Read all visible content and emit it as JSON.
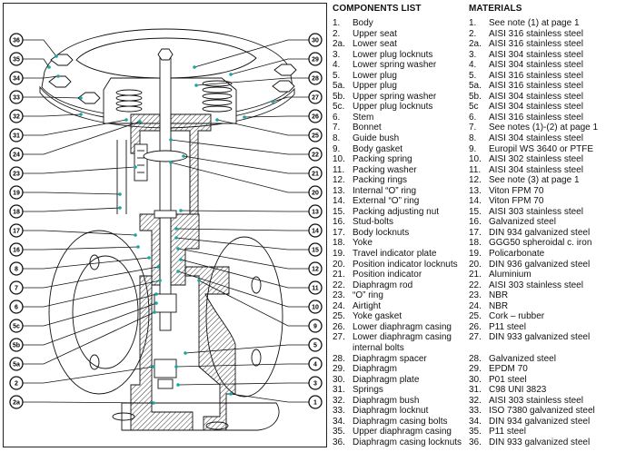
{
  "diagram": {
    "title": "Pneumatic control valve cross-section",
    "arrow_color": "#1aa3a3",
    "left_callouts": [
      "36",
      "35",
      "34",
      "33",
      "32",
      "31",
      "24",
      "23",
      "19",
      "18",
      "17",
      "16",
      "8",
      "7",
      "6",
      "5c",
      "5b",
      "5a",
      "2",
      "2a"
    ],
    "right_callouts": [
      "30",
      "29",
      "28",
      "27",
      "26",
      "25",
      "22",
      "21",
      "20",
      "13",
      "14",
      "15",
      "12",
      "11",
      "10",
      "9",
      "5",
      "4",
      "3",
      "1"
    ]
  },
  "components": {
    "heading": "COMPONENTS LIST",
    "items": [
      {
        "num": "1.",
        "label": "Body"
      },
      {
        "num": "2.",
        "label": "Upper seat"
      },
      {
        "num": "2a.",
        "label": "Lower seat"
      },
      {
        "num": "3.",
        "label": "Lower plug locknuts"
      },
      {
        "num": "4.",
        "label": "Lower spring washer"
      },
      {
        "num": "5.",
        "label": "Lower plug"
      },
      {
        "num": "5a.",
        "label": "Upper plug"
      },
      {
        "num": "5b.",
        "label": "Upper spring washer"
      },
      {
        "num": "5c.",
        "label": "Upper plug locknuts"
      },
      {
        "num": "6.",
        "label": "Stem"
      },
      {
        "num": "7.",
        "label": "Bonnet"
      },
      {
        "num": "8.",
        "label": "Guide bush"
      },
      {
        "num": "9.",
        "label": "Body gasket"
      },
      {
        "num": "10.",
        "label": "Packing spring"
      },
      {
        "num": "11.",
        "label": "Packing washer"
      },
      {
        "num": "12.",
        "label": "Packing rings"
      },
      {
        "num": "13.",
        "label": "Internal “O” ring"
      },
      {
        "num": "14.",
        "label": "External “O” ring"
      },
      {
        "num": "15.",
        "label": "Packing adjusting nut"
      },
      {
        "num": "16.",
        "label": "Stud-bolts"
      },
      {
        "num": "17.",
        "label": "Body locknuts"
      },
      {
        "num": "18.",
        "label": "Yoke"
      },
      {
        "num": "19.",
        "label": "Travel indicator plate"
      },
      {
        "num": "20.",
        "label": "Position indicator locknuts"
      },
      {
        "num": "21.",
        "label": "Position indicator"
      },
      {
        "num": "22.",
        "label": "Diaphragm rod"
      },
      {
        "num": "23.",
        "label": "“O” ring"
      },
      {
        "num": "24.",
        "label": "Airtight"
      },
      {
        "num": "25.",
        "label": "Yoke gasket"
      },
      {
        "num": "26.",
        "label": "Lower diaphragm casing"
      },
      {
        "num": "27.",
        "label": "Lower diaphragm casing internal bolts"
      },
      {
        "num": "28.",
        "label": "Diaphragm spacer"
      },
      {
        "num": "29.",
        "label": "Diaphragm"
      },
      {
        "num": "30.",
        "label": "Diaphragm plate"
      },
      {
        "num": "31.",
        "label": "Springs"
      },
      {
        "num": "32.",
        "label": "Diaphragm bush"
      },
      {
        "num": "33.",
        "label": "Diaphragm locknut"
      },
      {
        "num": "34.",
        "label": "Diaphragm casing bolts"
      },
      {
        "num": "35.",
        "label": "Upper diaphragm casing"
      },
      {
        "num": "36.",
        "label": "Diaphragm casing locknuts"
      }
    ]
  },
  "materials": {
    "heading": "MATERIALS",
    "items": [
      {
        "num": "1.",
        "label": "See note (1) at page 1"
      },
      {
        "num": "2.",
        "label": "AISI 316 stainless steel"
      },
      {
        "num": "2a.",
        "label": "AISI 316 stainless steel"
      },
      {
        "num": "3.",
        "label": "AISI 304 stainless steel"
      },
      {
        "num": "4.",
        "label": "AISI 304 stainless steel"
      },
      {
        "num": "5.",
        "label": "AISI 316 stainless steel"
      },
      {
        "num": "5a.",
        "label": "AISI 316 stainless steel"
      },
      {
        "num": "5b.",
        "label": "AISI 304 stainless steel"
      },
      {
        "num": "5c",
        "label": "AISI 304 stainless steel"
      },
      {
        "num": "6.",
        "label": "AISI 316 stainless steel"
      },
      {
        "num": "7.",
        "label": "See notes (1)-(2) at page 1"
      },
      {
        "num": "8.",
        "label": "AISI 304 stainless steel"
      },
      {
        "num": "9.",
        "label": "Europil WS 3640 or PTFE"
      },
      {
        "num": "10.",
        "label": "AISI 302 stainless steel"
      },
      {
        "num": "11.",
        "label": "AISI 304 stainless steel"
      },
      {
        "num": "12.",
        "label": "See note (3) at page 1"
      },
      {
        "num": "13.",
        "label": "Viton FPM 70"
      },
      {
        "num": "14.",
        "label": "Viton FPM 70"
      },
      {
        "num": "15.",
        "label": "AISI 303 stainless steel"
      },
      {
        "num": "16.",
        "label": "Galvanized steel"
      },
      {
        "num": "17.",
        "label": "DIN 934 galvanized steel"
      },
      {
        "num": "18.",
        "label": "GGG50 spheroidal c. iron"
      },
      {
        "num": "19.",
        "label": "Policarbonate"
      },
      {
        "num": "20.",
        "label": "DIN 936 galvanized steel"
      },
      {
        "num": "21.",
        "label": "Aluminium"
      },
      {
        "num": "22.",
        "label": "AISI 303 stainless steel"
      },
      {
        "num": "23.",
        "label": "NBR"
      },
      {
        "num": "24.",
        "label": "NBR"
      },
      {
        "num": "25.",
        "label": "Cork – rubber"
      },
      {
        "num": "26.",
        "label": "P11 steel"
      },
      {
        "num": "27.",
        "label": "DIN 933 galvanized steel"
      },
      {
        "num": "28.",
        "label": "Galvanized steel"
      },
      {
        "num": "29.",
        "label": "EPDM 70"
      },
      {
        "num": "30.",
        "label": "P01 steel"
      },
      {
        "num": "31.",
        "label": "C98 UNI 3823"
      },
      {
        "num": "32.",
        "label": "AISI 303 stainless steel"
      },
      {
        "num": "33.",
        "label": "ISO 7380 galvanized steel"
      },
      {
        "num": "34.",
        "label": "DIN 934 galvanized steel"
      },
      {
        "num": "35.",
        "label": "P11 steel"
      },
      {
        "num": "36.",
        "label": "DIN 933 galvanized steel"
      }
    ]
  }
}
